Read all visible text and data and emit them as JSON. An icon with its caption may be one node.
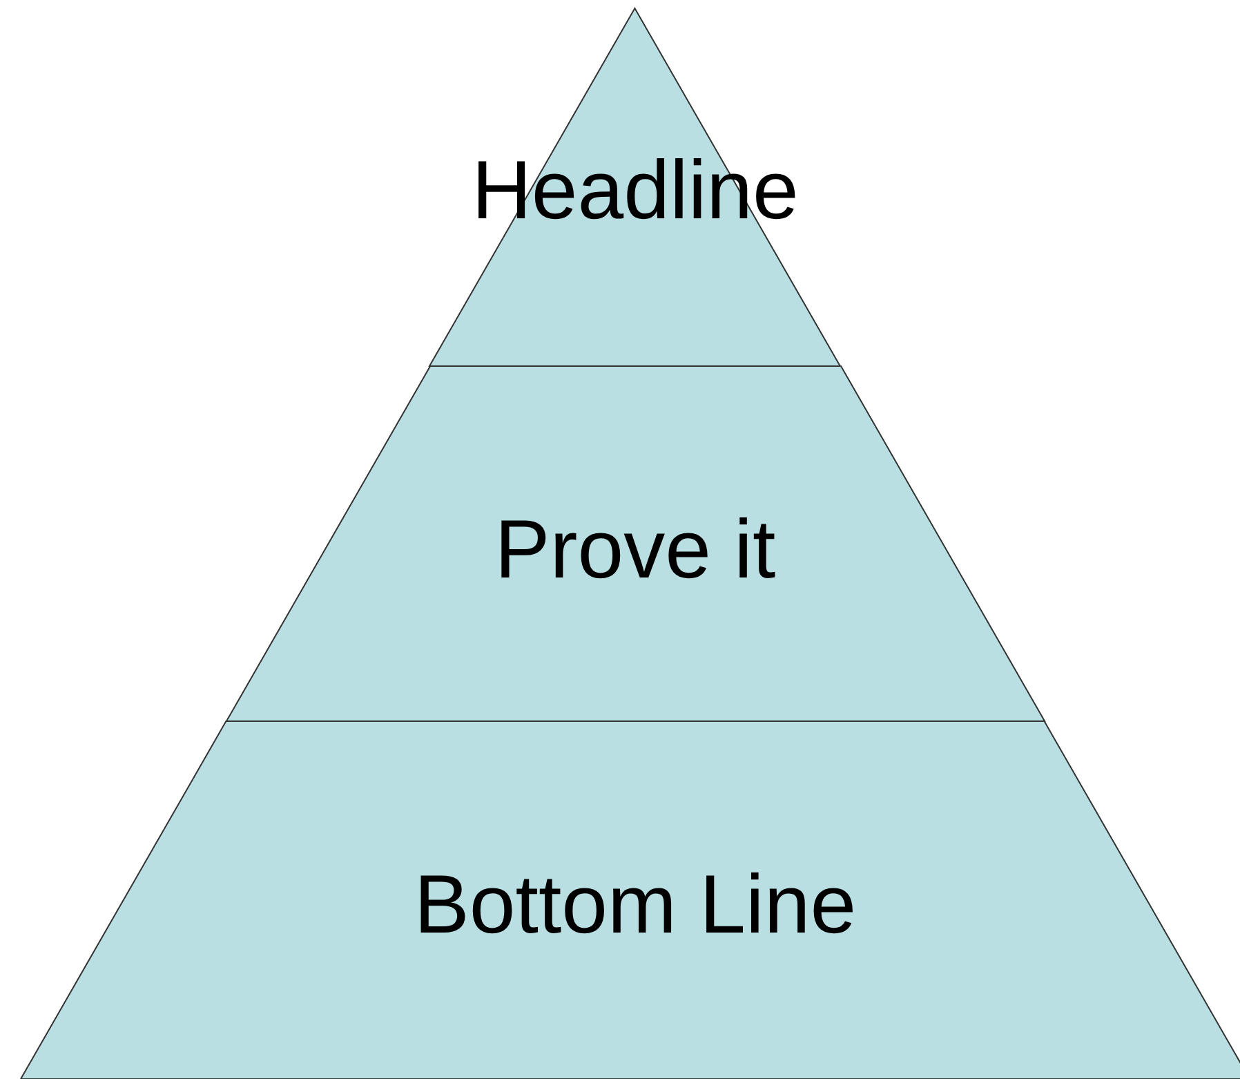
{
  "diagram": {
    "nodes": [
      {
        "text": [
          "Headline"
        ]
      },
      {
        "text": [
          "Prove it"
        ]
      },
      {
        "text": [
          "Bottom Line"
        ]
      }
    ]
  }
}
